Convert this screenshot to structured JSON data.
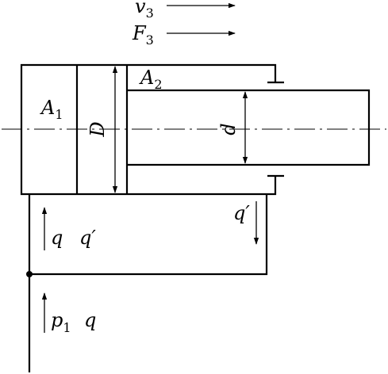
{
  "labels": {
    "v": "v",
    "v_sub": "3",
    "F": "F",
    "F_sub": "3",
    "A1": "A",
    "A1_sub": "1",
    "A2": "A",
    "A2_sub": "2",
    "D": "D",
    "d": "d",
    "q_left": "q",
    "qprime_left": "q′",
    "qprime_right": "q′",
    "p": "p",
    "p_sub": "1",
    "q_bottom": "q"
  }
}
